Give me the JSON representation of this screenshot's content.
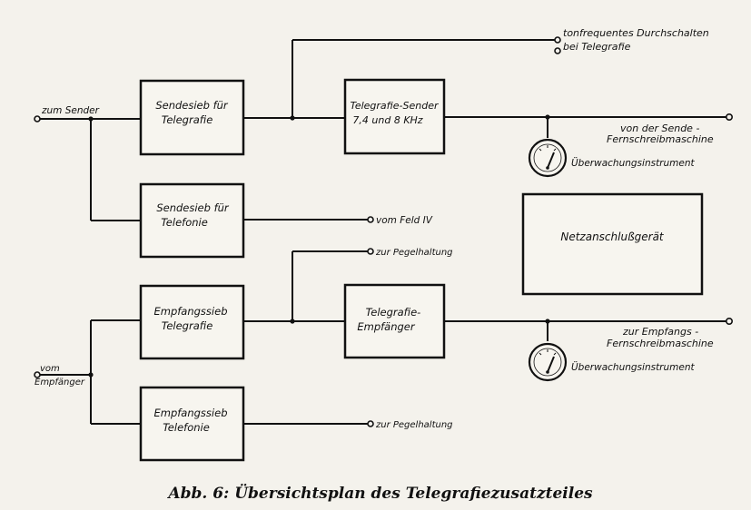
{
  "diagram": {
    "boxes": {
      "sendesieb_telegrafie": [
        "Sendesieb für",
        "Telegrafie"
      ],
      "telegrafie_sender": [
        "Telegrafie-Sender",
        "7,4 und 8 KHz"
      ],
      "sendesieb_telefonie": [
        "Sendesieb für",
        "Telefonie"
      ],
      "netzanschluss": [
        "Netzanschlußgerät"
      ],
      "empfangssieb_telegrafie": [
        "Empfangssieb",
        "Telegrafie"
      ],
      "telegrafie_empfaenger": [
        "Telegrafie-",
        "Empfänger"
      ],
      "empfangssieb_telefonie": [
        "Empfangssieb",
        "Telefonie"
      ]
    },
    "terminals": {
      "zum_sender": "zum Sender",
      "vom_empfaenger": [
        "vom",
        "Empfänger"
      ],
      "tonfrequent": [
        "tonfrequentes Durchschalten",
        "bei Telegrafie"
      ],
      "von_sende_fsm": [
        "von der Sende -",
        "Fernschreibmaschine"
      ],
      "vom_feld": "vom Feld IV",
      "pegelhaltung_1": "zur Pegelhaltung",
      "pegelhaltung_2": "zur Pegelhaltung",
      "zur_empfangs_fsm": [
        "zur Empfangs -",
        "Fernschreibmaschine"
      ]
    },
    "meters": {
      "meter_1": "Überwachungsinstrument",
      "meter_2": "Überwachungsinstrument"
    }
  },
  "caption": "Abb. 6: Übersichtsplan des Telegrafiezusatzteiles"
}
